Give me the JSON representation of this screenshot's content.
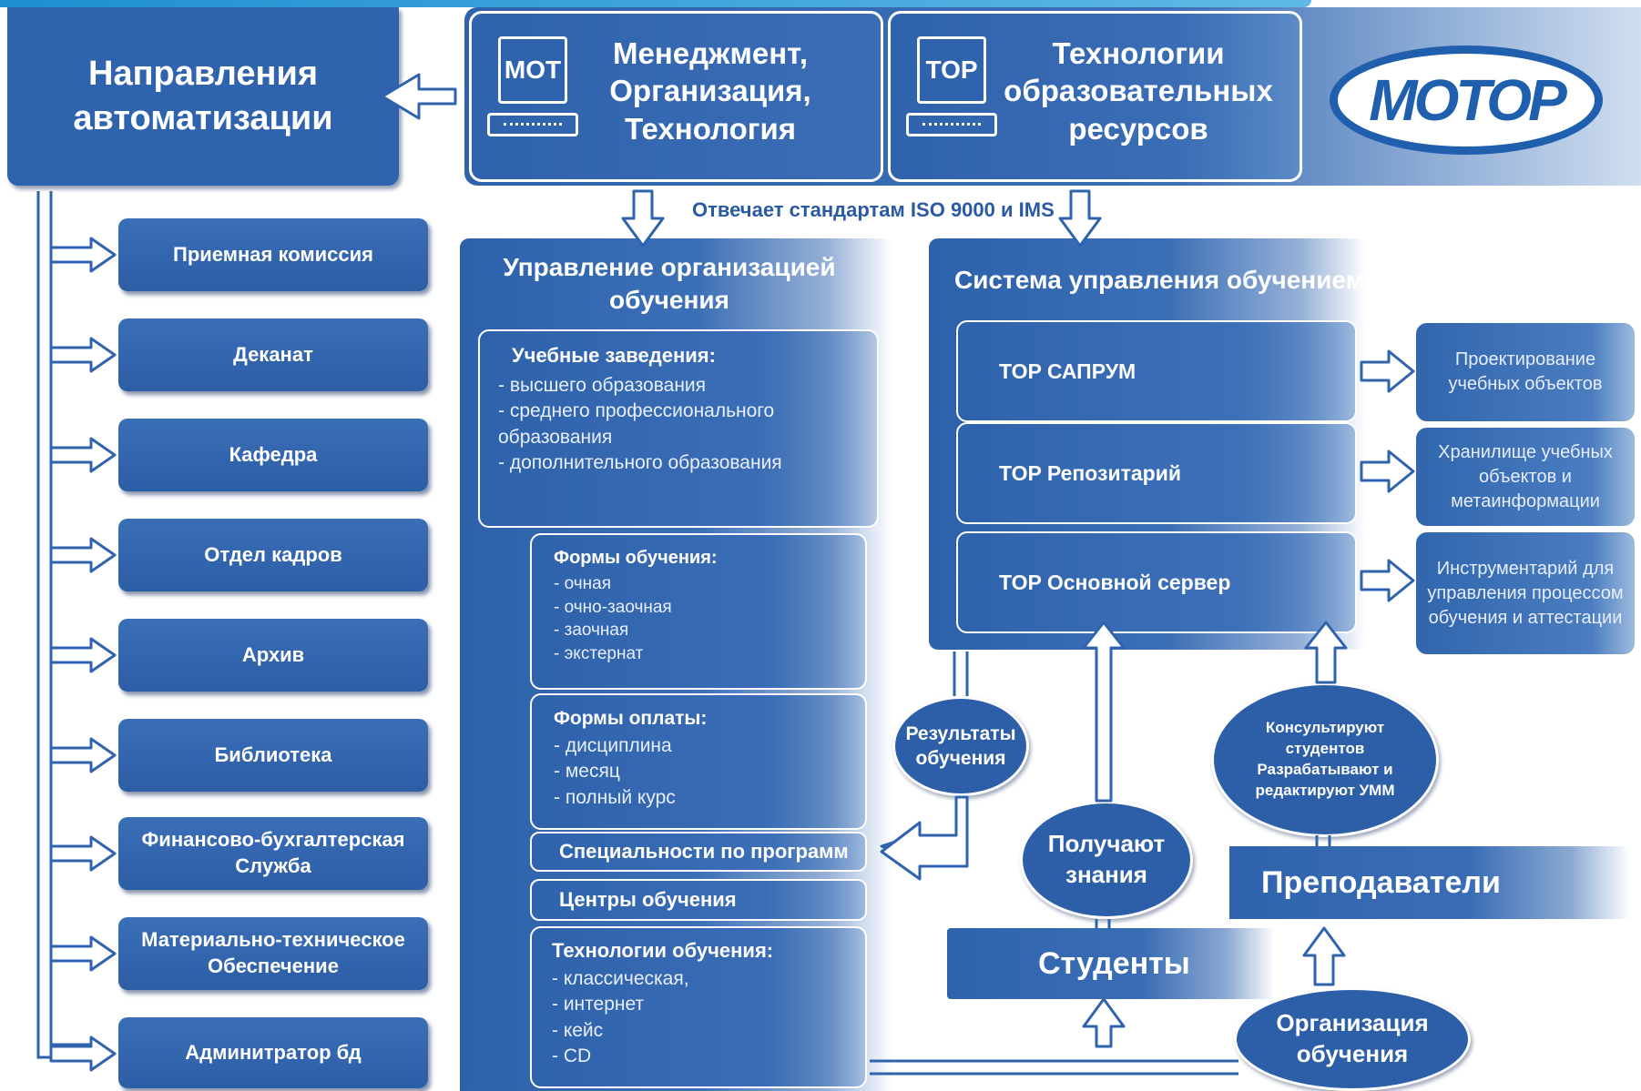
{
  "automation": {
    "title_line1": "Направления",
    "title_line2": "автоматизации"
  },
  "mot": {
    "badge": "MOT",
    "line1": "Менеджмент,",
    "line2": "Организация,",
    "line3": "Технология"
  },
  "tor": {
    "badge": "TOP",
    "line1": "Технологии",
    "line2": "образовательных",
    "line3": "ресурсов"
  },
  "logo": {
    "text": "MOTOP"
  },
  "standard_note": "Отвечает стандартам ISO 9000 и IMS",
  "departments": [
    {
      "label": "Приемная комиссия"
    },
    {
      "label": "Деканат"
    },
    {
      "label": "Кафедра"
    },
    {
      "label": "Отдел кадров"
    },
    {
      "label": "Архив"
    },
    {
      "label": "Библиотека"
    },
    {
      "label": "Финансово-бухгалтерская Служба"
    },
    {
      "label": "Материально-техническое Обеспечение"
    },
    {
      "label": "Админитратор бд"
    }
  ],
  "org_management": {
    "title": "Управление организацией обучения",
    "institutions": {
      "title": "Учебные заведения:",
      "items": [
        "- высшего образования",
        "- среднего профессионального образования",
        "- дополнительного образования"
      ]
    },
    "study_forms": {
      "title": "Формы обучения:",
      "items": [
        "- очная",
        "- очно-заочная",
        "- заочная",
        "- экстернат"
      ]
    },
    "payment_forms": {
      "title": "Формы оплаты:",
      "items": [
        "- дисциплина",
        "- месяц",
        "- полный курс"
      ]
    },
    "specialties": "Специальности по программ",
    "centers": "Центры обучения",
    "technologies": {
      "title": "Технологии обучения:",
      "items": [
        "- классическая,",
        "- интернет",
        "- кейс",
        "- CD"
      ]
    }
  },
  "lms": {
    "title": "Система управления обучением",
    "rows": [
      {
        "label": "TOP САПРУМ"
      },
      {
        "label": "TOP Репозитарий"
      },
      {
        "label": "TOP Основной сервер"
      }
    ]
  },
  "right_boxes": [
    {
      "label": "Проектирование учебных объектов"
    },
    {
      "label": "Хранилище учебных объектов и метаинформации"
    },
    {
      "label": "Инструментарий для управления процессом обучения и аттестации"
    }
  ],
  "results_oval": "Результаты обучения",
  "knowledge_oval": "Получают знания",
  "consult_oval": "Консультируют студентов Разрабатывают и редактируют УММ",
  "teachers": "Преподаватели",
  "students": "Студенты",
  "organization_oval": "Организация обучения",
  "colors": {
    "primary": "#2f63ad",
    "accent": "#1e8fd0"
  }
}
